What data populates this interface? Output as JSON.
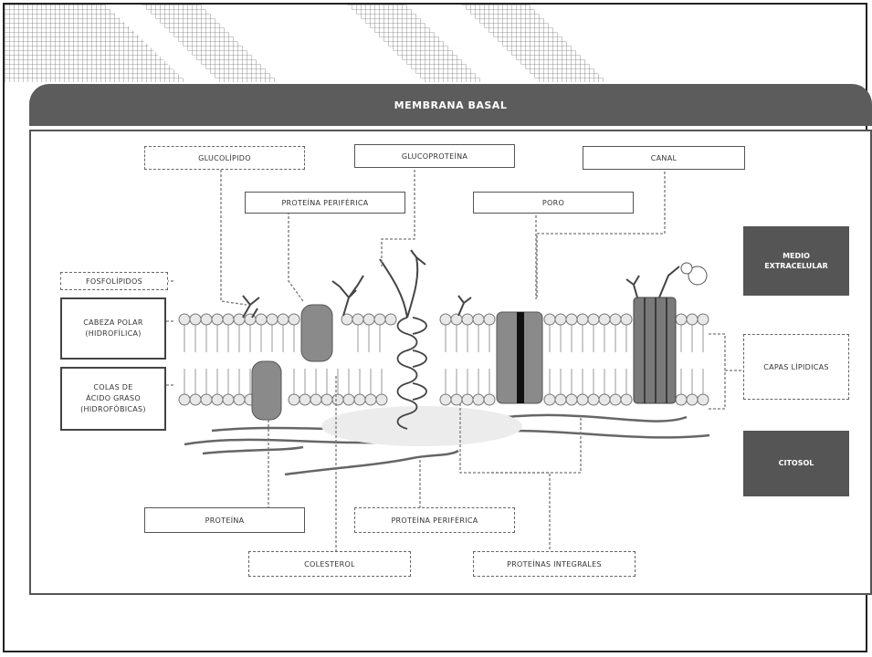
{
  "title": "MEMBRANA BASAL",
  "labels": {
    "glucolipido": "GLUCOLÍPIDO",
    "glucoproteina": "GLUCOPROTEÍNA",
    "canal": "CANAL",
    "proteina_periferica_top": "PROTEÍNA PERIFÉRICA",
    "poro": "PORO",
    "fosfolipidos": "FOSFOLÍPIDOS",
    "cabeza_polar": "CABEZA POLAR",
    "cabeza_polar_sub": "(HIDROFÍLICA)",
    "colas_line1": "COLAS DE",
    "colas_line2": "ÁCIDO GRASO",
    "colas_sub": "(HIDROFÓBICAS)",
    "medio_extracelular_1": "MEDIO",
    "medio_extracelular_2": "EXTRACELULAR",
    "capas_lipidicas": "CAPAS LÍPIDICAS",
    "citosol": "CITOSOL",
    "proteina": "PROTEÍNA",
    "proteina_periferica_bottom": "PROTEÍNA PERIFÉRICA",
    "colesterol": "COLESTEROL",
    "proteinas_integrales": "PROTEÍNAS INTEGRALES"
  },
  "colors": {
    "title_bar": "#5c5c5c",
    "dark_box": "#555555",
    "protein": "#8a8a8a",
    "lipid_head": "#e8e8e8"
  }
}
